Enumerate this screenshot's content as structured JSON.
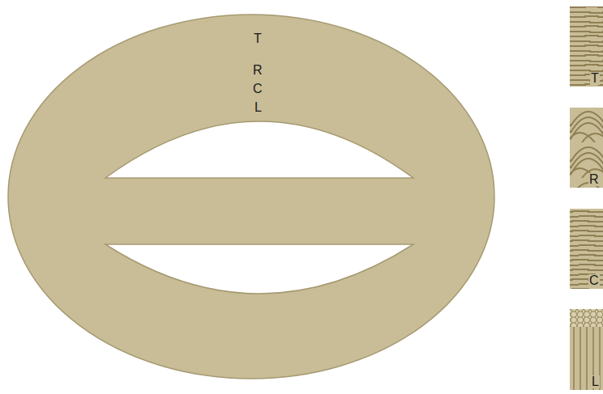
{
  "diagram": {
    "labels": [
      "T",
      "R",
      "C",
      "L",
      "T",
      "R",
      "C",
      "L"
    ]
  }
}
